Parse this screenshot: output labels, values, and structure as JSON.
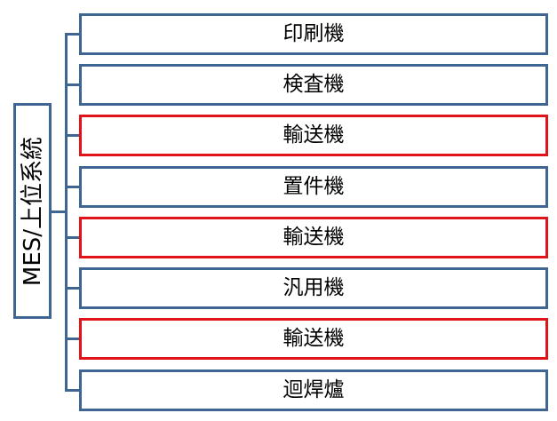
{
  "root": {
    "label": "MES/上位系統"
  },
  "colors": {
    "default_border": "#3f6593",
    "highlight_border": "#e0131b",
    "connector": "#3f6593"
  },
  "nodes": [
    {
      "label": "印刷機",
      "highlight": false
    },
    {
      "label": "検査機",
      "highlight": false
    },
    {
      "label": "輸送機",
      "highlight": true
    },
    {
      "label": "置件機",
      "highlight": false
    },
    {
      "label": "輸送機",
      "highlight": true
    },
    {
      "label": "汎用機",
      "highlight": false
    },
    {
      "label": "輸送機",
      "highlight": true
    },
    {
      "label": "迴焊爐",
      "highlight": false
    }
  ]
}
